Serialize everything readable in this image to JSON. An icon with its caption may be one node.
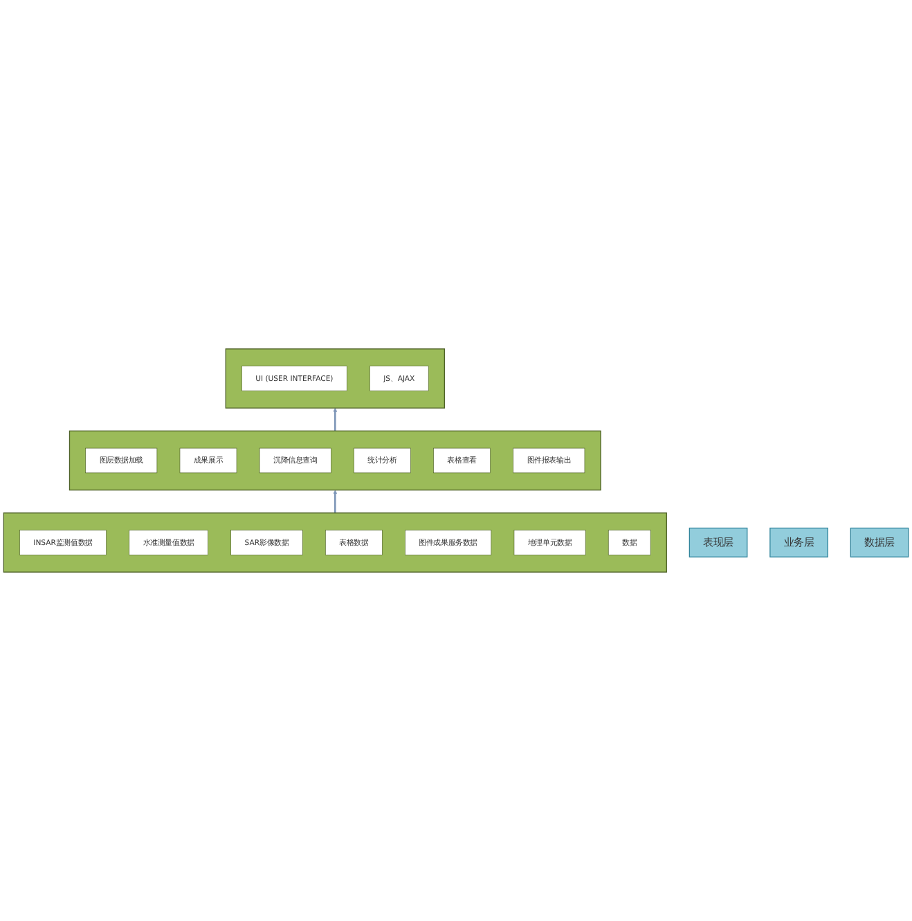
{
  "diagram": {
    "nodes": [
      {
        "text": [
          "表现层"
        ]
      },
      {
        "text": [],
        "shape": "box"
      },
      {
        "text": [
          "UI (USER INTERFACE)"
        ],
        "in": 1
      },
      {
        "text": [
          "JS、AJAX"
        ],
        "in": 1
      },
      {
        "text": [
          "业务层"
        ]
      },
      {
        "text": [],
        "shape": "box"
      },
      {
        "text": [
          "图层数据加载"
        ],
        "in": 5
      },
      {
        "text": [
          "成果展示"
        ],
        "in": 5
      },
      {
        "text": [
          "沉降信息查询"
        ],
        "in": 5
      },
      {
        "text": [
          "统计分析"
        ],
        "in": 5
      },
      {
        "text": [
          "表格查看"
        ],
        "in": 5
      },
      {
        "text": [
          "图件报表输出"
        ],
        "in": 5
      },
      {
        "text": [
          "数据层"
        ]
      },
      {
        "text": [],
        "shape": "box"
      },
      {
        "text": [
          "INSAR监测值数据"
        ],
        "in": 13
      },
      {
        "text": [
          "水准测量值数据"
        ],
        "in": 13
      },
      {
        "text": [
          "SAR影像数据"
        ],
        "in": 13
      },
      {
        "text": [
          "表格数据"
        ],
        "in": 13
      },
      {
        "text": [
          "图件成果服务数据"
        ],
        "in": 13
      },
      {
        "text": [
          "地理单元数据"
        ],
        "in": 13
      },
      {
        "text": [
          "数据"
        ],
        "in": 13
      }
    ],
    "edges": [
      {
        "from": 13,
        "to": 5,
        "arrow": "to"
      },
      {
        "from": 5,
        "to": 1,
        "arrow": "to"
      }
    ]
  }
}
